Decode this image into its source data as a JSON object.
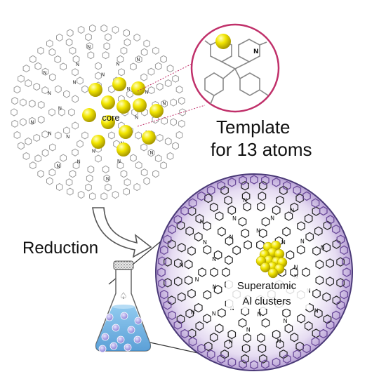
{
  "labels": {
    "core": "core",
    "template_line1": "Template",
    "template_line2": "for 13 atoms",
    "reduction": "Reduction",
    "superatomic_line1": "Superatomic",
    "superatomic_line2": "Al clusters",
    "nitrogen": "N"
  },
  "colors": {
    "atom_fill": "#f2e600",
    "atom_shadow": "#b8a800",
    "zoom_circle": "#c0306a",
    "molecule_light": "#9a9a9a",
    "molecule_dark": "#222222",
    "sphere_rim": "#6b4a9a",
    "sphere_inner": "#ffffff",
    "flask_liquid": "#5aa8e0",
    "bubble": "#8a7fd6"
  },
  "icons": {
    "arrow": "curved-arrow-icon",
    "flask": "erlenmeyer-flask-icon"
  }
}
